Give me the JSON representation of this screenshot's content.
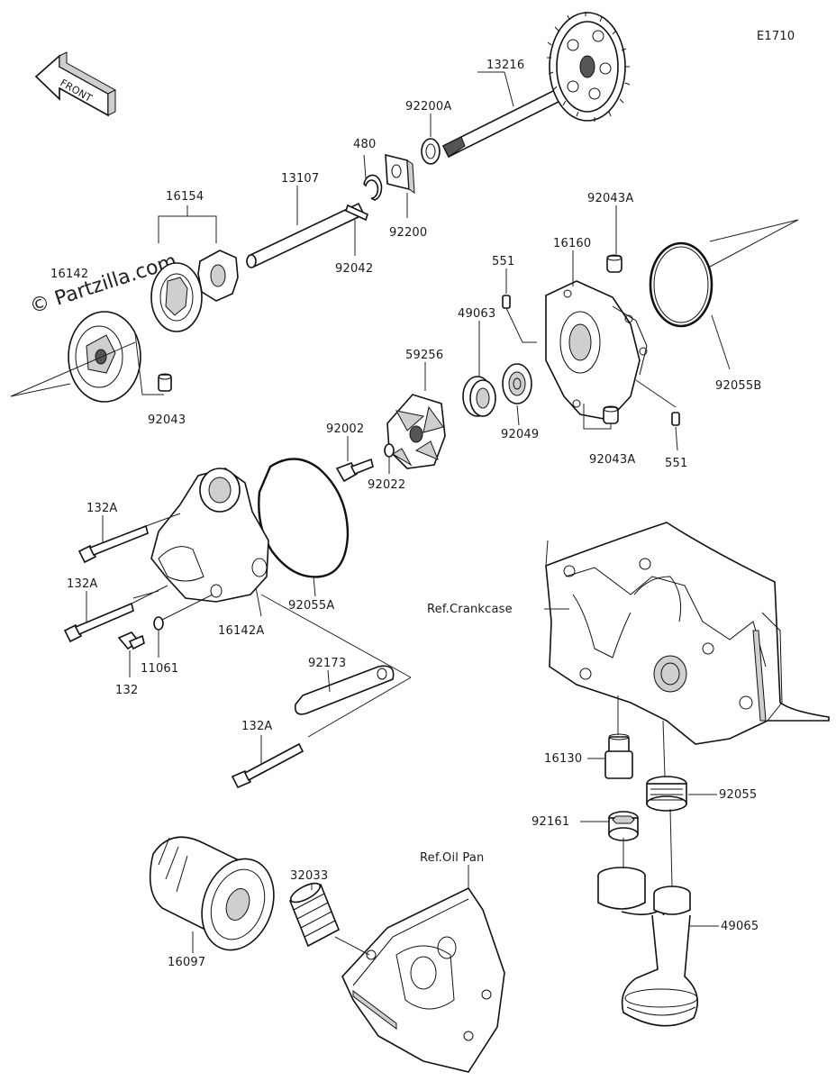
{
  "diagram_code": "E1710",
  "watermark": "© Partzilla.com",
  "front_label": "FRONT",
  "labels": {
    "p13216": "13216",
    "p92200A": "92200A",
    "p480": "480",
    "p92200": "92200",
    "p13107": "13107",
    "p92042": "92042",
    "p16154": "16154",
    "p16142": "16142",
    "p92043": "92043",
    "p92043A_top": "92043A",
    "p16160": "16160",
    "p551_top": "551",
    "p49063": "49063",
    "p59256": "59256",
    "p92055B": "92055B",
    "p92049": "92049",
    "p92043A_bot": "92043A",
    "p551_bot": "551",
    "p92002": "92002",
    "p92022": "92022",
    "p132A_1": "132A",
    "p132A_2": "132A",
    "p92055A": "92055A",
    "p16142A": "16142A",
    "p132": "132",
    "p11061": "11061",
    "p92173": "92173",
    "p132A_3": "132A",
    "ref_crankcase": "Ref.Crankcase",
    "p16130": "16130",
    "p92055": "92055",
    "p92161": "92161",
    "ref_oilpan": "Ref.Oil Pan",
    "p32033": "32033",
    "p16097": "16097",
    "p49065": "49065"
  }
}
